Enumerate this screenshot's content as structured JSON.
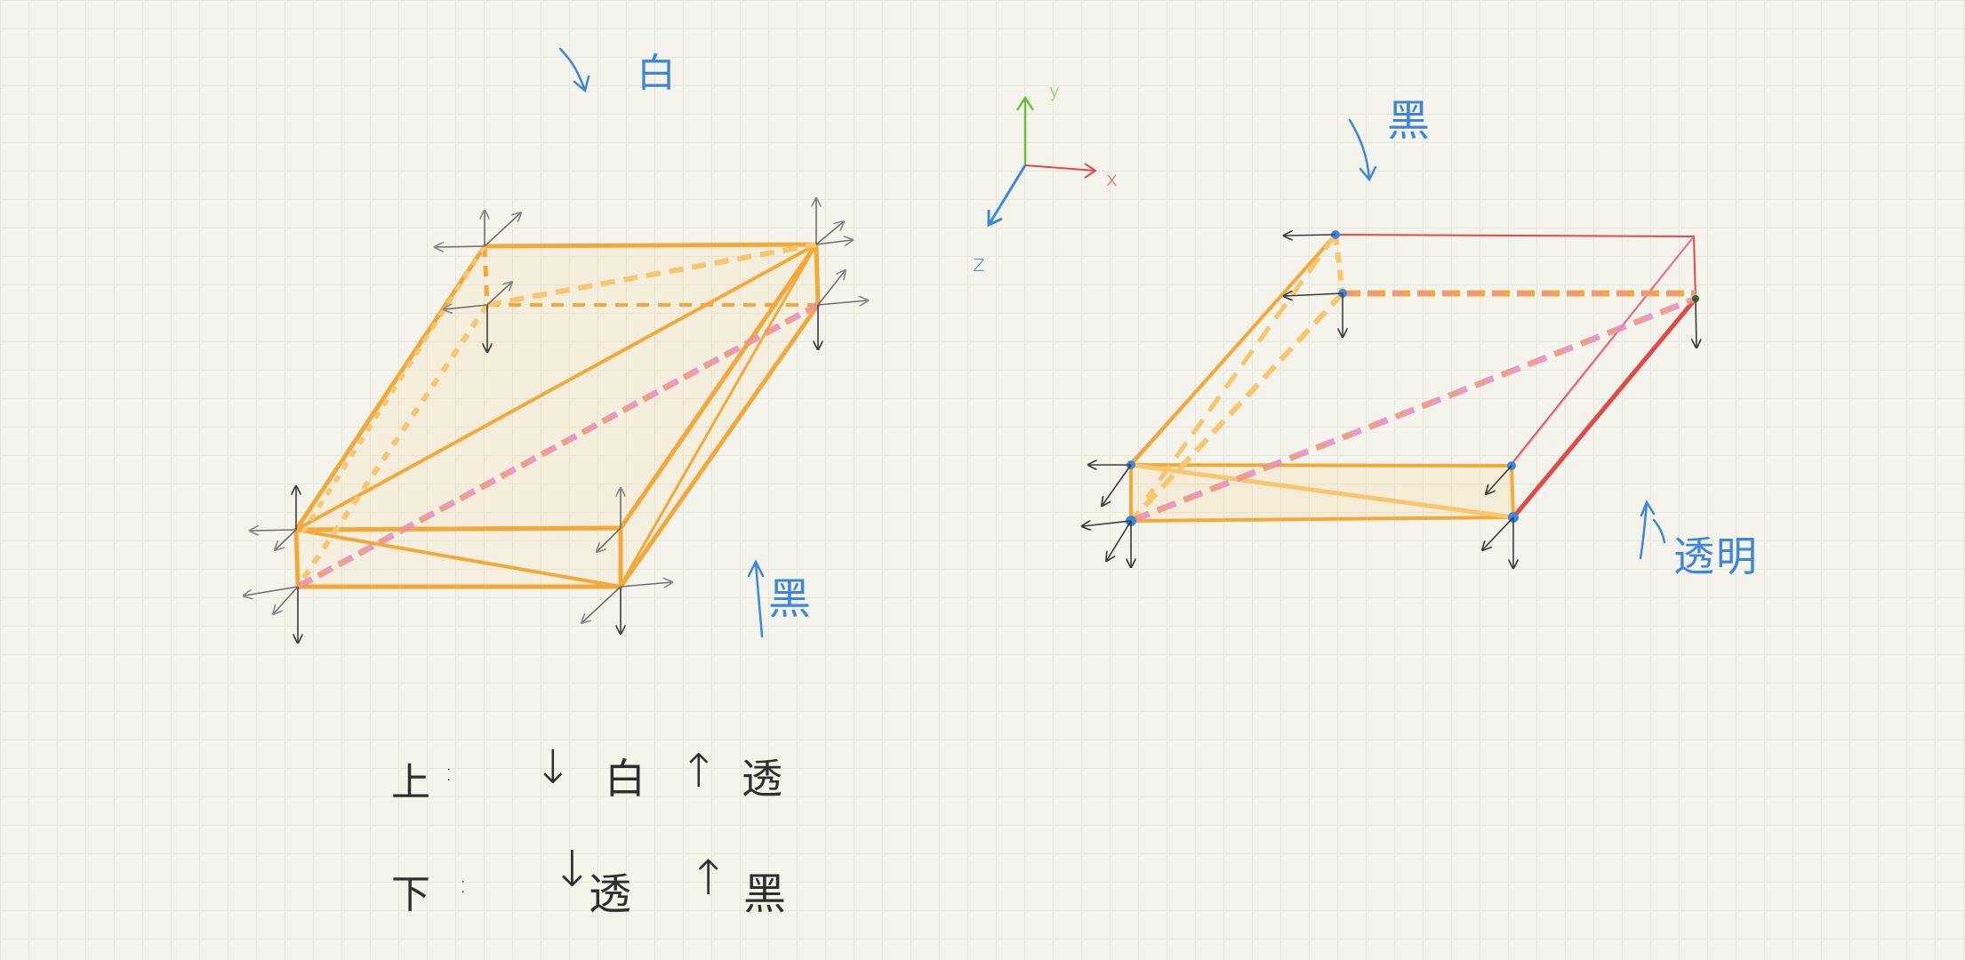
{
  "colors": {
    "paper": "#f5f4ec",
    "grid": "#e6e5da",
    "orange": "#f3a93a",
    "orange_light": "#f7c66d",
    "pink": "#e88ac0",
    "red": "#e24a4a",
    "blue": "#3e86dc",
    "green": "#6cbf3f",
    "pencil": "#3a3a3a",
    "gray": "#8a8a8a"
  },
  "annotations": {
    "top_left_arrow": "↘",
    "top_left_label": "白",
    "left_bottom_arrow": "↑",
    "left_bottom_label": "黑",
    "right_top_label": "黑",
    "right_bottom_arrow": "↑",
    "right_bottom_label": "透明"
  },
  "axes": {
    "y_label": "y",
    "x_label": "x",
    "z_label": "z"
  },
  "legend": {
    "row1_prefix": "上",
    "row1_down_arrow": "↓",
    "row1_down_label": "白",
    "row1_up_arrow": "↑",
    "row1_up_label": "透",
    "row2_prefix": "下",
    "row2_down_arrow": "↓",
    "row2_down_label": "透",
    "row2_up_arrow": "↑",
    "row2_up_label": "黑"
  }
}
